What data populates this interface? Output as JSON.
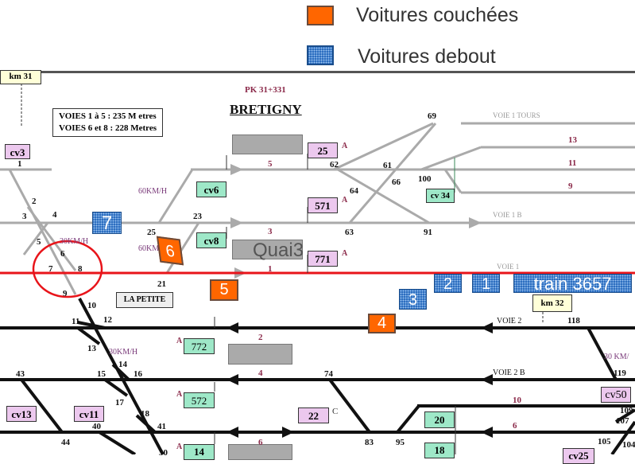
{
  "legend": {
    "items": [
      {
        "label": "Voitures couchées",
        "type": "orange",
        "color": "#ff6600"
      },
      {
        "label": "Voitures debout",
        "type": "blue",
        "color": "#2266bb"
      }
    ]
  },
  "station": {
    "name": "BRETIGNY",
    "pk": "PK 31+331",
    "note_line1": "VOIES 1 à 5 : 235 M etres",
    "note_line2": "VOIES 6 et 8 : 228 Metres",
    "km31": "km 31",
    "km32": "km 32",
    "la_petite": "LA PETITE",
    "quai3": "Quai3"
  },
  "tracks": {
    "voie1_tours": "VOIE 1 TOURS",
    "voie1b": "VOIE 1 B",
    "voie1": "VOIE 1",
    "voie2": "VOIE 2",
    "voie2b": "VOIE 2 B",
    "track_numbers": {
      "t1": "1",
      "t3": "3",
      "t5": "5",
      "t2": "2",
      "t4": "4",
      "t6": "6",
      "t6b": "6",
      "t9": "9",
      "t10": "10",
      "t11": "11",
      "t13": "13"
    }
  },
  "speeds": {
    "s60a": "60KM/H",
    "s60b": "60KM/H",
    "s30a": "30KM/H",
    "s30b": "30KM/H",
    "s30c": "30 KM/"
  },
  "switches": [
    "1",
    "2",
    "3",
    "4",
    "5",
    "6",
    "7",
    "8",
    "9",
    "10",
    "11",
    "12",
    "13",
    "14",
    "15",
    "16",
    "17",
    "18",
    "21",
    "23",
    "25",
    "30",
    "40",
    "41",
    "43",
    "44",
    "61",
    "62",
    "63",
    "64",
    "66",
    "69",
    "74",
    "83",
    "91",
    "95",
    "100",
    "104",
    "105",
    "107",
    "109",
    "118",
    "119"
  ],
  "signals": {
    "cv3": "cv3",
    "cv6": "cv6",
    "cv8": "cv8",
    "cv34": "cv 34",
    "cv13": "cv13",
    "cv11": "cv11",
    "cv50": "cv50",
    "cv25": "cv25",
    "s25": "25",
    "s571": "571",
    "s771": "771",
    "s772": "772",
    "s572": "572",
    "s14": "14",
    "s22": "22",
    "s20": "20",
    "s18": "18",
    "supA": "A",
    "supC": "C"
  },
  "cars": {
    "couchees": [
      "4",
      "5",
      "6"
    ],
    "debout": [
      "1",
      "2",
      "3",
      "7"
    ],
    "train": "train 3657"
  }
}
